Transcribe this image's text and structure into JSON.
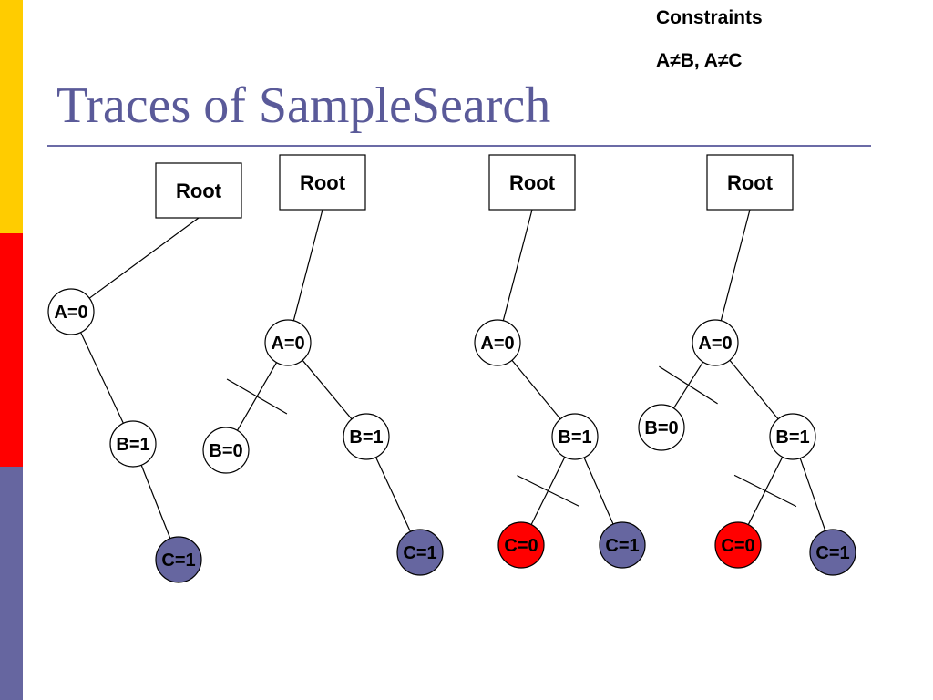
{
  "title": "Traces of SampleSearch",
  "constraints": {
    "title": "Constraints",
    "value": "A≠B, A≠C"
  },
  "colors": {
    "normal_node": "#ffffff",
    "success_node": "#6666a0",
    "failed_node": "#ff0000",
    "title_color": "#5a5a99"
  },
  "traces": [
    {
      "root_label": "Root",
      "nodes": [
        {
          "id": "a0",
          "label": "A=0",
          "status": "normal"
        },
        {
          "id": "b1",
          "label": "B=1",
          "status": "normal"
        },
        {
          "id": "c1",
          "label": "C=1",
          "status": "success"
        }
      ],
      "edges": [
        [
          "root",
          "a0"
        ],
        [
          "a0",
          "b1"
        ],
        [
          "b1",
          "c1"
        ]
      ],
      "pruned_edges": []
    },
    {
      "root_label": "Root",
      "nodes": [
        {
          "id": "a0",
          "label": "A=0",
          "status": "normal"
        },
        {
          "id": "b0",
          "label": "B=0",
          "status": "normal"
        },
        {
          "id": "b1",
          "label": "B=1",
          "status": "normal"
        },
        {
          "id": "c1",
          "label": "C=1",
          "status": "success"
        }
      ],
      "edges": [
        [
          "root",
          "a0"
        ],
        [
          "a0",
          "b0"
        ],
        [
          "a0",
          "b1"
        ],
        [
          "b1",
          "c1"
        ]
      ],
      "pruned_edges": [
        [
          "a0",
          "b0"
        ]
      ]
    },
    {
      "root_label": "Root",
      "nodes": [
        {
          "id": "a0",
          "label": "A=0",
          "status": "normal"
        },
        {
          "id": "b1",
          "label": "B=1",
          "status": "normal"
        },
        {
          "id": "c0",
          "label": "C=0",
          "status": "failed"
        },
        {
          "id": "c1",
          "label": "C=1",
          "status": "success"
        }
      ],
      "edges": [
        [
          "root",
          "a0"
        ],
        [
          "a0",
          "b1"
        ],
        [
          "b1",
          "c0"
        ],
        [
          "b1",
          "c1"
        ]
      ],
      "pruned_edges": [
        [
          "b1",
          "c0"
        ]
      ]
    },
    {
      "root_label": "Root",
      "nodes": [
        {
          "id": "a0",
          "label": "A=0",
          "status": "normal"
        },
        {
          "id": "b0",
          "label": "B=0",
          "status": "normal"
        },
        {
          "id": "b1",
          "label": "B=1",
          "status": "normal"
        },
        {
          "id": "c0",
          "label": "C=0",
          "status": "failed"
        },
        {
          "id": "c1",
          "label": "C=1",
          "status": "success"
        }
      ],
      "edges": [
        [
          "root",
          "a0"
        ],
        [
          "a0",
          "b0"
        ],
        [
          "a0",
          "b1"
        ],
        [
          "b1",
          "c0"
        ],
        [
          "b1",
          "c1"
        ]
      ],
      "pruned_edges": [
        [
          "a0",
          "b0"
        ],
        [
          "b1",
          "c0"
        ]
      ]
    }
  ]
}
